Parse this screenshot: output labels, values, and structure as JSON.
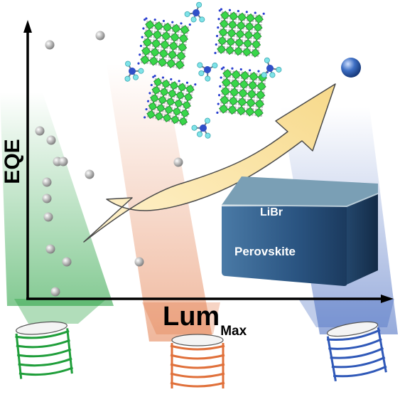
{
  "axes": {
    "y_label": "EQE",
    "x_label_main": "Lum",
    "x_label_sub": "Max"
  },
  "box": {
    "top_label": "LiBr",
    "bottom_label": "Perovskite",
    "front_color": "#2a5481",
    "top_color": "#7a9fb5"
  },
  "colors": {
    "green_led": "#1f9e3a",
    "orange_led": "#e0703a",
    "blue_led": "#2f58b8",
    "arrow_fill": "#fbe3a0",
    "crystal_green": "#39d64a",
    "target_sphere": "#3e6fc4"
  },
  "icons": [
    "gray-sphere-icon",
    "blue-sphere-icon",
    "curved-arrow-icon",
    "perovskite-crystal-icon",
    "ammonium-molecule-icon",
    "led-coil-icon"
  ]
}
